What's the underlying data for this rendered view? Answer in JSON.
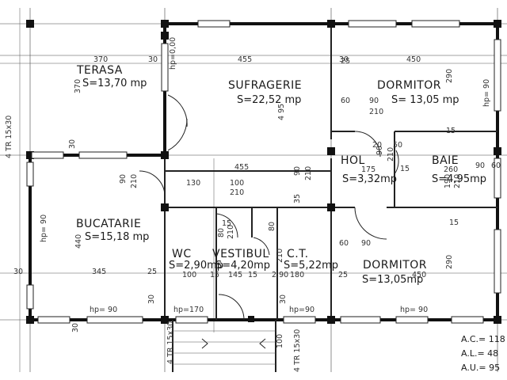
{
  "rooms": {
    "terasa": {
      "name": "TERASA",
      "area": "S=13,70 mp"
    },
    "sufragerie": {
      "name": "SUFRAGERIE",
      "area": "S=22,52 mp"
    },
    "dormitor_top": {
      "name": "DORMITOR",
      "area": "S= 13,05 mp"
    },
    "hol": {
      "name": "HOL",
      "area": "S=3,32mp"
    },
    "baie": {
      "name": "BAIE",
      "area": "S=4,95mp"
    },
    "bucatarie": {
      "name": "BUCATARIE",
      "area": "S=15,18 mp"
    },
    "wc": {
      "name": "WC",
      "area": "S=2,90mp"
    },
    "vestibul": {
      "name": "VESTIBUL",
      "area": "S=4,20mp"
    },
    "ct": {
      "name": "C.T.",
      "area": "S=5,22mp"
    },
    "dormitor_bottom": {
      "name": "DORMITOR",
      "area": "S=13,05mp"
    }
  },
  "dimensions": {
    "d370": "370",
    "d30a": "30",
    "d455a": "455",
    "d450a": "450",
    "d30b": "30",
    "d370v": "370",
    "hp90a": "hp= 90",
    "hp000": "hp=0,00",
    "tr15_30a": "4 TR 15x30",
    "d495": "4 95",
    "d290a": "290",
    "d60a": "60",
    "d90a": "90",
    "d210a": "210",
    "d15a": "15",
    "d30c": "30",
    "d455b": "455",
    "d175": "175",
    "d260": "260",
    "d90b": "90",
    "d210b": "210",
    "d130": "130",
    "d100a": "100",
    "d210c": "210",
    "d90c": "90",
    "d210d": "210",
    "d35": "35",
    "d90d": "90",
    "d210e": "210",
    "d440": "440",
    "hp90b": "hp= 90",
    "d80a": "80",
    "d210f": "210",
    "d80b": "80",
    "d210g": "210",
    "d30d": "30",
    "d345": "345",
    "d25a": "25",
    "d100b": "100",
    "d15b": "15",
    "d145": "145",
    "d15c": "15",
    "d290b": "2,90",
    "d180": "180",
    "d25b": "25",
    "d60b": "60",
    "d90e": "90",
    "d290c": "290",
    "d450b": "450",
    "hp90c": "hp= 90",
    "hp170": "hp=170",
    "hp90d": "hp=90",
    "hp90e": "hp= 90",
    "d30e": "30",
    "d30f": "30",
    "d30g": "30",
    "tr15_30b": "4 TR 15x30",
    "tr15_30c": "4 TR 15x30",
    "d100c": "100",
    "d190": "190",
    "d210h": "210",
    "d15d": "15",
    "d15e": "15",
    "d20": "20",
    "d50": "50",
    "d60c": "60",
    "d90f": "90",
    "d15f": "15",
    "d25c": "25"
  },
  "summary": {
    "ac": "A.C.= 118",
    "al": "A.L.= 48",
    "au": "A.U.= 95"
  }
}
